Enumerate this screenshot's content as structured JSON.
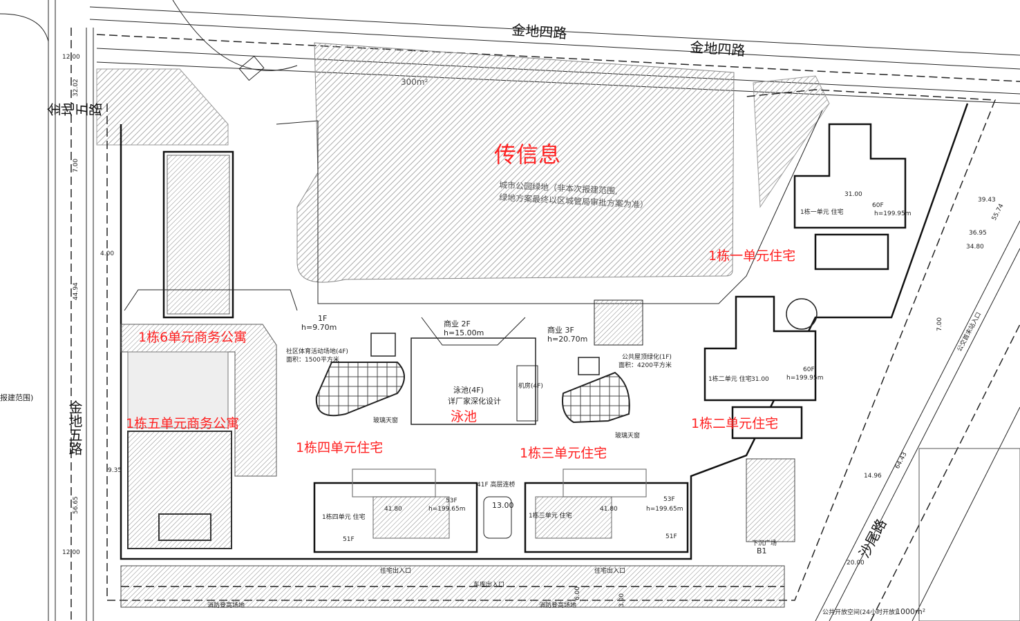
{
  "roads": {
    "north": "金地四路",
    "west": "金地五路",
    "east": "沙尾路"
  },
  "annotations": {
    "heading": "传信息",
    "park_note_1": "城市公园绿地（非本次报建范围,",
    "park_note_2": "绿地方案最终以区城管局审批方案为准）",
    "park_area": "300m²",
    "scope": "报建范围)"
  },
  "units": {
    "u1": "1栋一单元住宅",
    "u2": "1栋二单元住宅",
    "u3": "1栋三单元住宅",
    "u4": "1栋四单元住宅",
    "u5": "1栋五单元商务公寓",
    "u6": "1栋6单元商务公寓",
    "pool": "泳池"
  },
  "towers": {
    "u1": {
      "label": "1栋一单元 住宅",
      "floors": "60F",
      "height": "h=199.95m",
      "dim": "31.00"
    },
    "u2": {
      "label": "1栋二单元 住宅",
      "floors": "60F",
      "height": "h=199.95m",
      "dim": "31.00"
    },
    "u3": {
      "label": "1栋三单元 住宅",
      "floors": "53F",
      "height": "h=199.65m",
      "dim": "41.80",
      "low": "51F"
    },
    "u4": {
      "label": "1栋四单元 住宅",
      "floors": "53F",
      "height": "h=199.65m",
      "dim": "41.80",
      "low": "51F"
    }
  },
  "podium": {
    "c1": "1F",
    "c1h": "h=9.70m",
    "c2": "商业 2F",
    "c2h": "h=15.00m",
    "c3": "商业 3F",
    "c3h": "h=20.70m",
    "pool_1": "泳池(4F)",
    "pool_2": "详厂家深化设计",
    "sports": "社区体育活动场地(4F)",
    "sports_area": "面积：1500平方米",
    "garden": "公共屋顶绿化(1F)",
    "garden_area": "面积：4200平方米",
    "skylight": "玻璃天窗",
    "bridge": "41F 高层连桥",
    "bridge_dim": "13.00",
    "machine": "机房(4F)"
  },
  "site": {
    "fire_1": "消防登高场地",
    "fire_2": "消防登高场地",
    "res_entry_1": "住宅出入口",
    "res_entry_2": "住宅出入口",
    "garage": "车库出入口",
    "bus": "公交首末站入口",
    "public_space": "公共开放空间(24小时开放)",
    "public_area": "1000m²",
    "b1": "B1",
    "plaza": "下沉广场"
  },
  "dims": [
    "12.00",
    "32.02",
    "7.00",
    "44.94",
    "56.65",
    "12.00",
    "39.43",
    "55.74",
    "36.95",
    "34.80",
    "64.43",
    "14.96",
    "20.00",
    "7.00",
    "6.00",
    "3.00",
    "4.00",
    "9.35"
  ]
}
